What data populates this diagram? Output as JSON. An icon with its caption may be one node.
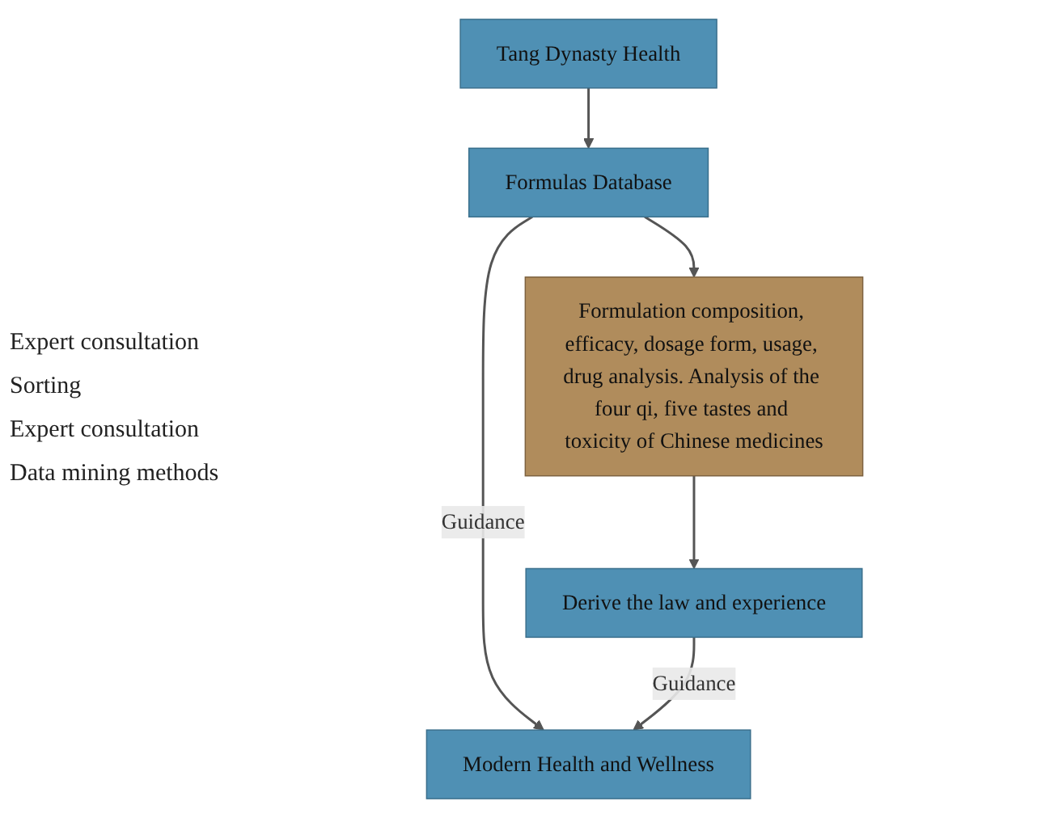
{
  "diagram": {
    "nodes": [
      {
        "text": [
          "Tang Dynasty Health"
        ]
      },
      {
        "text": [
          "Formulas Database"
        ]
      },
      {
        "text": [
          "Formulation composition, efficacy, dosage form, usage, drug analysis. Analysis of the four qi, five tastes and toxicity of Chinese medicines"
        ]
      },
      {
        "text": [
          "Derive the law and experience"
        ]
      },
      {
        "text": [
          "Modern Health and Wellness"
        ]
      }
    ],
    "edges": [
      {
        "from": 0,
        "to": 1,
        "arrow": "to"
      },
      {
        "from": 1,
        "to": 4,
        "arrow": "to",
        "label": "Guidance"
      },
      {
        "from": 1,
        "to": 2,
        "arrow": "to"
      },
      {
        "from": 2,
        "to": 3,
        "arrow": "to"
      },
      {
        "from": 3,
        "to": 4,
        "arrow": "to",
        "label": "Guidance"
      }
    ],
    "labels": [
      "Expert consultation",
      "Sorting",
      "Expert consultation",
      "Data mining methods"
    ]
  }
}
